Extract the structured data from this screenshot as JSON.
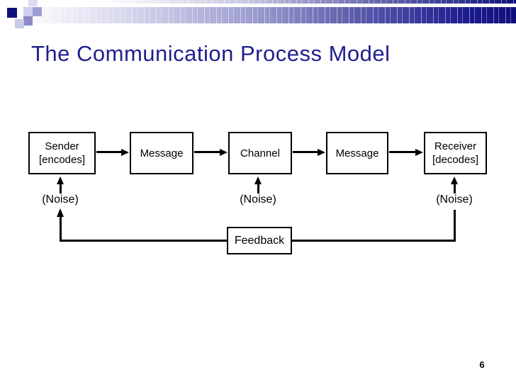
{
  "slide": {
    "title": "The Communication Process Model",
    "page_number": "6"
  },
  "theme": {
    "title_color": "#1f1f8f",
    "header_bar_dark": "#0e0e7a",
    "diagram_line_color": "#000000",
    "box_background": "#ffffff"
  },
  "diagram": {
    "boxes": [
      {
        "label_line1": "Sender",
        "label_line2": "[encodes]"
      },
      {
        "label_line1": "Message",
        "label_line2": ""
      },
      {
        "label_line1": "Channel",
        "label_line2": ""
      },
      {
        "label_line1": "Message",
        "label_line2": ""
      },
      {
        "label_line1": "Receiver",
        "label_line2": "[decodes]"
      }
    ],
    "noise_labels": [
      "(Noise)",
      "(Noise)",
      "(Noise)"
    ],
    "feedback_label": "Feedback"
  }
}
